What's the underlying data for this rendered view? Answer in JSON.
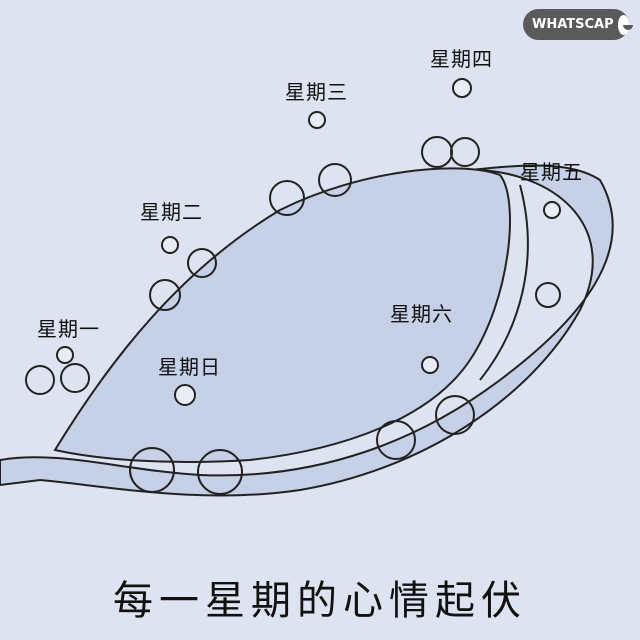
{
  "watermark": {
    "text": "WHATSCAP",
    "icon": "laughing-face-icon"
  },
  "days": {
    "mon": "星期一",
    "tue": "星期二",
    "wed": "星期三",
    "thu": "星期四",
    "fri": "星期五",
    "sat": "星期六",
    "sun": "星期日"
  },
  "caption": "每一星期的心情起伏",
  "colors": {
    "background": "#dde3f0",
    "hill": "#c6d0e6",
    "ink": "#111111"
  }
}
